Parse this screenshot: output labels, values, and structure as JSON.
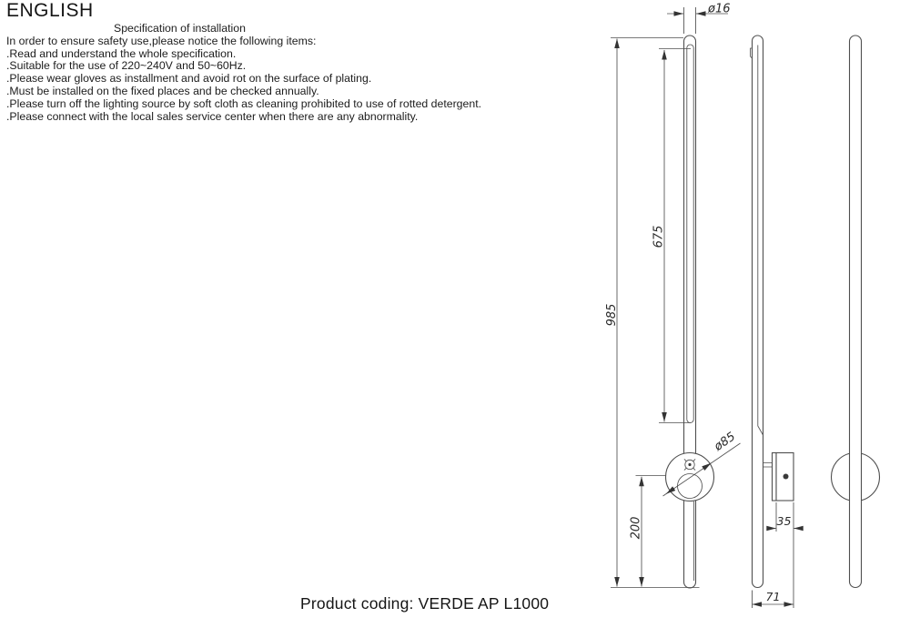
{
  "header": {
    "language": "ENGLISH",
    "spec_title": "Specification of installation",
    "intro": "In order to ensure safety use,please notice the following items:",
    "items": [
      ".Read and understand the whole specification.",
      ".Suitable for the use of 220~240V and 50~60Hz.",
      ".Please wear gloves as installment and avoid rot on the surface of plating.",
      ".Must be installed on the fixed places and be checked annually.",
      ".Please turn off the lighting source by soft cloth as cleaning prohibited to use of rotted detergent.",
      ".Please connect with the local sales service center when there are any abnormality."
    ]
  },
  "drawing": {
    "line_color": "#4f4f4f",
    "dim_labels": {
      "tube_diameter": "ø16",
      "lamp_length": "675",
      "total_height": "985",
      "wall_mount_diameter": "ø85",
      "mount_center_from_bottom": "200",
      "bracket_width": "35",
      "total_depth": "71"
    }
  },
  "footer": {
    "product_coding": "Product coding: VERDE AP L1000"
  }
}
